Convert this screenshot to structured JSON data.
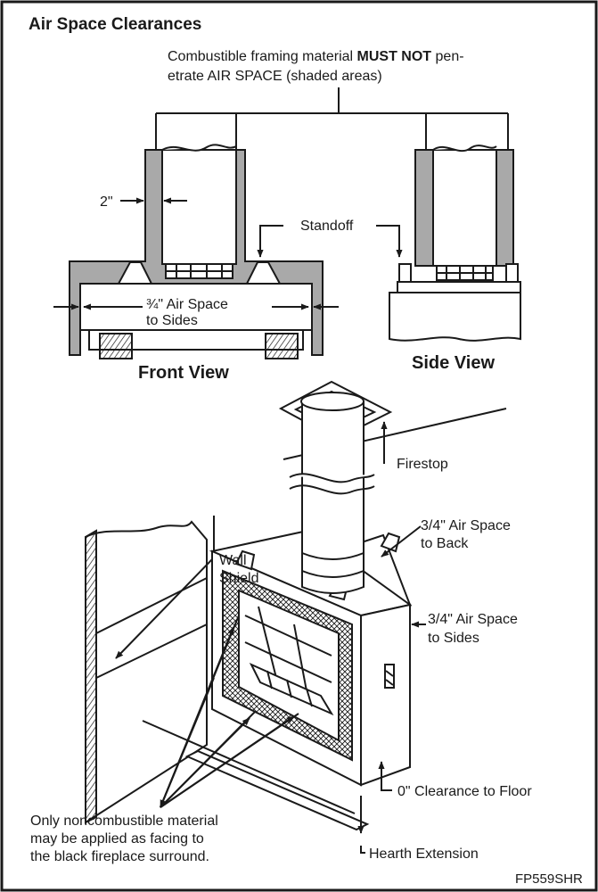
{
  "title": "Air Space Clearances",
  "note": {
    "line1_pre": "Combustible framing material ",
    "line1_bold": "MUST NOT",
    "line1_post": " pen-",
    "line2": "etrate AIR SPACE (shaded areas)"
  },
  "labels": {
    "two_inch": "2\"",
    "standoff_top": "Standoff",
    "air_space_front_1": "¾\" Air Space",
    "air_space_front_2": "to Sides",
    "front_view": "Front View",
    "side_view": "Side View",
    "firestop": "Firestop",
    "air_back_1": "3/4\" Air Space",
    "air_back_2": "to Back",
    "wall_shield_1": "Wall",
    "wall_shield_2": "Shield",
    "air_sides_1": "3/4\" Air Space",
    "air_sides_2": "to Sides",
    "floor_clearance": "0\" Clearance to Floor",
    "facing_1": "Only noncombustible material",
    "facing_2": "may be applied as facing to",
    "facing_3": "the black fireplace surround.",
    "hearth": "Hearth Extension",
    "figure_code": "FP559SHR"
  },
  "colors": {
    "ink": "#1a1a1a",
    "shade": "#a9a9a9",
    "paper": "#ffffff"
  }
}
